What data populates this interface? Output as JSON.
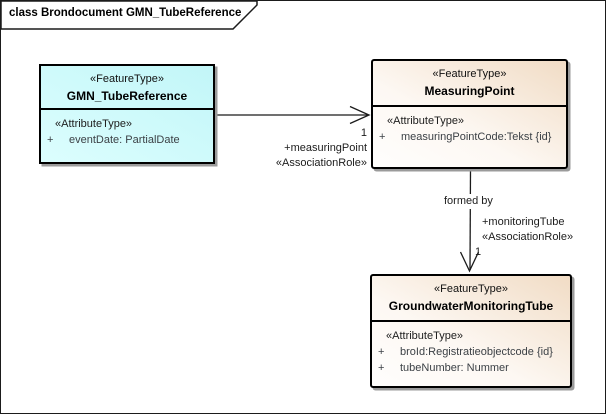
{
  "frame": {
    "title": "class Brondocument GMN_TubeReference"
  },
  "colors": {
    "class_fill_cyan": "#CCFEFE",
    "class_fill_tan_gradient_end": "#F1DCC5",
    "border": "#000000",
    "shadow": "#9B9B9B",
    "attribute_text": "#3C4146"
  },
  "classes": [
    {
      "stereotype": "«FeatureType»",
      "name": "GMN_TubeReference",
      "attr_header": "«AttributeType»",
      "attributes": [
        {
          "visibility": "+",
          "text": "eventDate: PartialDate"
        }
      ]
    },
    {
      "stereotype": "«FeatureType»",
      "name": "MeasuringPoint",
      "attr_header": "«AttributeType»",
      "attributes": [
        {
          "visibility": "+",
          "text": "measuringPointCode:Tekst {id}"
        }
      ]
    },
    {
      "stereotype": "«FeatureType»",
      "name": "GroundwaterMonitoringTube",
      "attr_header": "«AttributeType»",
      "attributes": [
        {
          "visibility": "+",
          "text": "broId:Registratieobjectcode {id}"
        },
        {
          "visibility": "+",
          "text": "tubeNumber: Nummer"
        }
      ]
    }
  ],
  "connectors": [
    {
      "name": "GMN_TubeReference to MeasuringPoint",
      "target_multiplicity": "1",
      "target_role": "+measuringPoint",
      "role_stereotype": "«AssociationRole»"
    },
    {
      "name": "MeasuringPoint to GroundwaterMonitoringTube",
      "label": "formed by",
      "target_multiplicity": "1",
      "target_role": "+monitoringTube",
      "role_stereotype": "«AssociationRole»"
    }
  ]
}
